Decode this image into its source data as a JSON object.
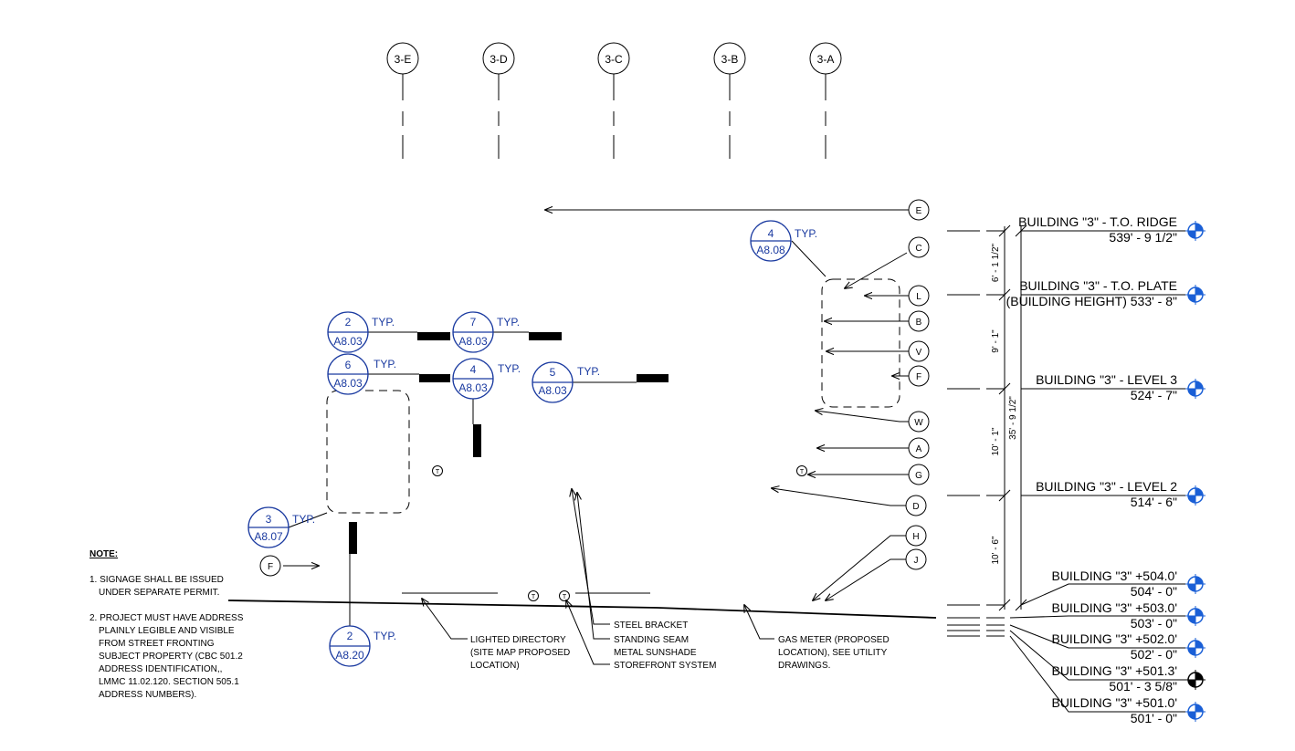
{
  "grids": [
    "3-E",
    "3-D",
    "3-C",
    "3-B",
    "3-A"
  ],
  "keynotes_right": [
    "E",
    "C",
    "L",
    "B",
    "V",
    "F",
    "W",
    "A",
    "G",
    "D",
    "H",
    "J"
  ],
  "keynote_left": "F",
  "callouts": [
    {
      "num": "4",
      "sheet": "A8.08",
      "typ": "TYP."
    },
    {
      "num": "2",
      "sheet": "A8.03",
      "typ": "TYP."
    },
    {
      "num": "7",
      "sheet": "A8.03",
      "typ": "TYP."
    },
    {
      "num": "6",
      "sheet": "A8.03",
      "typ": "TYP."
    },
    {
      "num": "4",
      "sheet": "A8.03",
      "typ": "TYP."
    },
    {
      "num": "5",
      "sheet": "A8.03",
      "typ": "TYP."
    },
    {
      "num": "3",
      "sheet": "A8.07",
      "typ": "TYP."
    },
    {
      "num": "2",
      "sheet": "A8.20",
      "typ": "TYP."
    }
  ],
  "levels": [
    {
      "name": "BUILDING \"3\" - T.O. RIDGE",
      "elev": "539' - 9 1/2\""
    },
    {
      "name": "BUILDING \"3\" - T.O. PLATE",
      "elev": "(BUILDING HEIGHT) 533' - 8\""
    },
    {
      "name": "BUILDING \"3\" - LEVEL 3",
      "elev": "524' - 7\""
    },
    {
      "name": "BUILDING \"3\" - LEVEL 2",
      "elev": "514' - 6\""
    },
    {
      "name": "BUILDING \"3\" +504.0'",
      "elev": "504' - 0\""
    },
    {
      "name": "BUILDING \"3\" +503.0'",
      "elev": "503' - 0\""
    },
    {
      "name": "BUILDING \"3\" +502.0'",
      "elev": "502' - 0\""
    },
    {
      "name": "BUILDING \"3\" +501.3'",
      "elev": "501' - 3 5/8\""
    },
    {
      "name": "BUILDING \"3\" +501.0'",
      "elev": "501' - 0\""
    }
  ],
  "dimensions": [
    "6' - 1 1/2\"",
    "9' - 1\"",
    "10' - 1\"",
    "10' - 6\"",
    "35' - 9 1/2\""
  ],
  "notes": {
    "title": "NOTE:",
    "lines": [
      "1. SIGNAGE SHALL BE ISSUED",
      "UNDER SEPARATE PERMIT.",
      "2. PROJECT MUST HAVE ADDRESS",
      "PLAINLY LEGIBLE AND VISIBLE",
      "FROM STREET FRONTING",
      "SUBJECT PROPERTY (CBC 501.2",
      "ADDRESS IDENTIFICATION,,",
      "LMMC 11.02.120. SECTION 505.1",
      "ADDRESS NUMBERS)."
    ]
  },
  "labels": {
    "lighted_directory": [
      "LIGHTED DIRECTORY",
      "(SITE MAP PROPOSED",
      "LOCATION)"
    ],
    "steel_bracket": "STEEL BRACKET",
    "sunshade": [
      "STANDING SEAM",
      "METAL SUNSHADE"
    ],
    "storefront": "STOREFRONT SYSTEM",
    "gas_meter": [
      "GAS METER (PROPOSED",
      "LOCATION), SEE UTILITY",
      "DRAWINGS."
    ]
  },
  "tag_symbol": "T",
  "colors": {
    "line": "#000000",
    "callout": "#1a3aa0",
    "level_marker": "#1a5fd6"
  }
}
